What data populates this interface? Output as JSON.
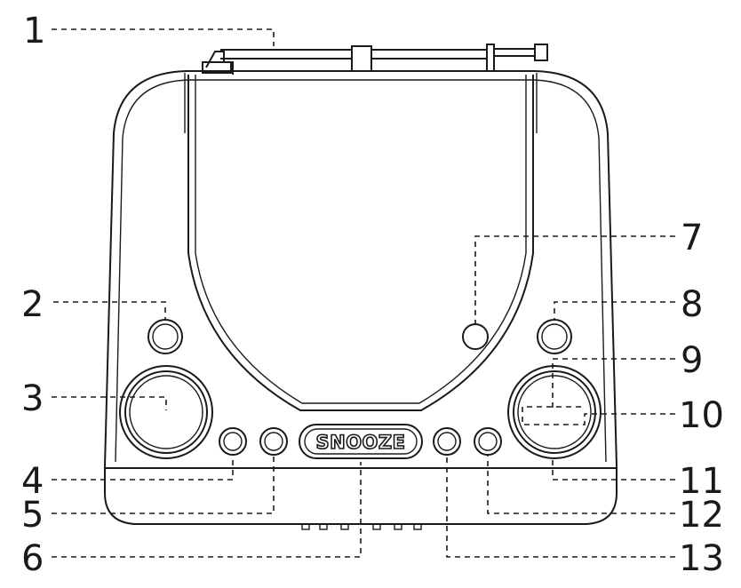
{
  "labels": {
    "l1": "1",
    "l2": "2",
    "l3": "3",
    "l4": "4",
    "l5": "5",
    "l6": "6",
    "l7": "7",
    "l8": "8",
    "l9": "9",
    "l10": "10",
    "l11": "11",
    "l12": "12",
    "l13": "13"
  },
  "device": {
    "snooze_label": "SNOOZE"
  }
}
